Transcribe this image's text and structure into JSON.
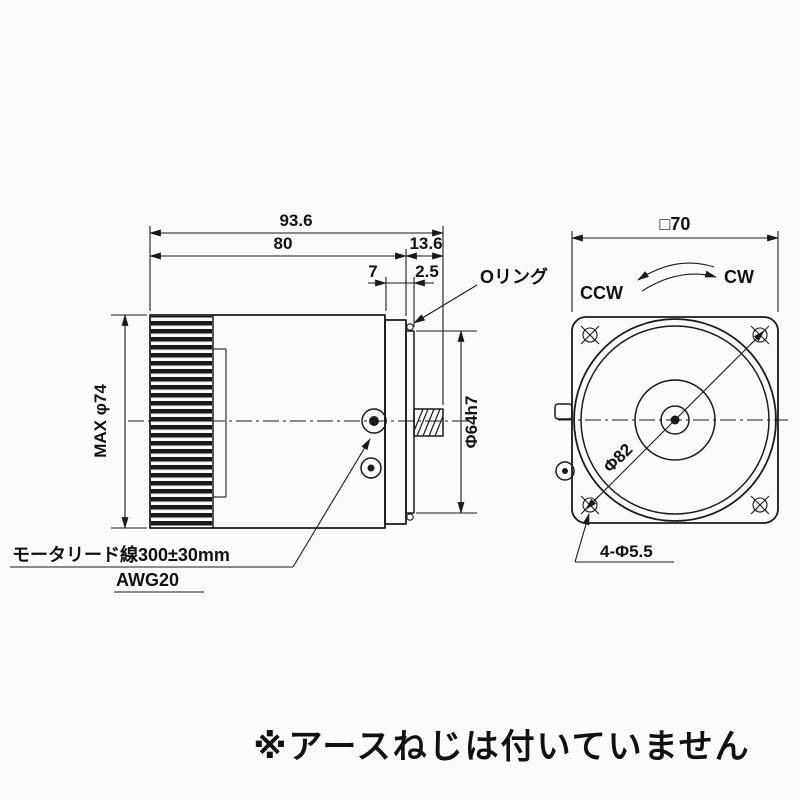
{
  "drawing": {
    "side": {
      "overall_length": "93.6",
      "body_length": "80",
      "shaft_length": "13.6",
      "pilot_depth": "7",
      "oring_offset": "2.5",
      "max_diameter": "MAX φ74",
      "pilot_diameter": "Φ64h7",
      "oring_label": "Oリング"
    },
    "front": {
      "frame_size": "□70",
      "bolt_circle": "Φ82",
      "mounting_holes": "4-Φ5.5",
      "ccw": "CCW",
      "cw": "CW"
    },
    "callouts": {
      "lead_wire": "モータリード線300±30mm",
      "wire_gauge": "AWG20"
    },
    "note": "※アースねじは付いていません",
    "colors": {
      "ink": "#1a1a1a",
      "background": "#fbfbfb"
    }
  }
}
